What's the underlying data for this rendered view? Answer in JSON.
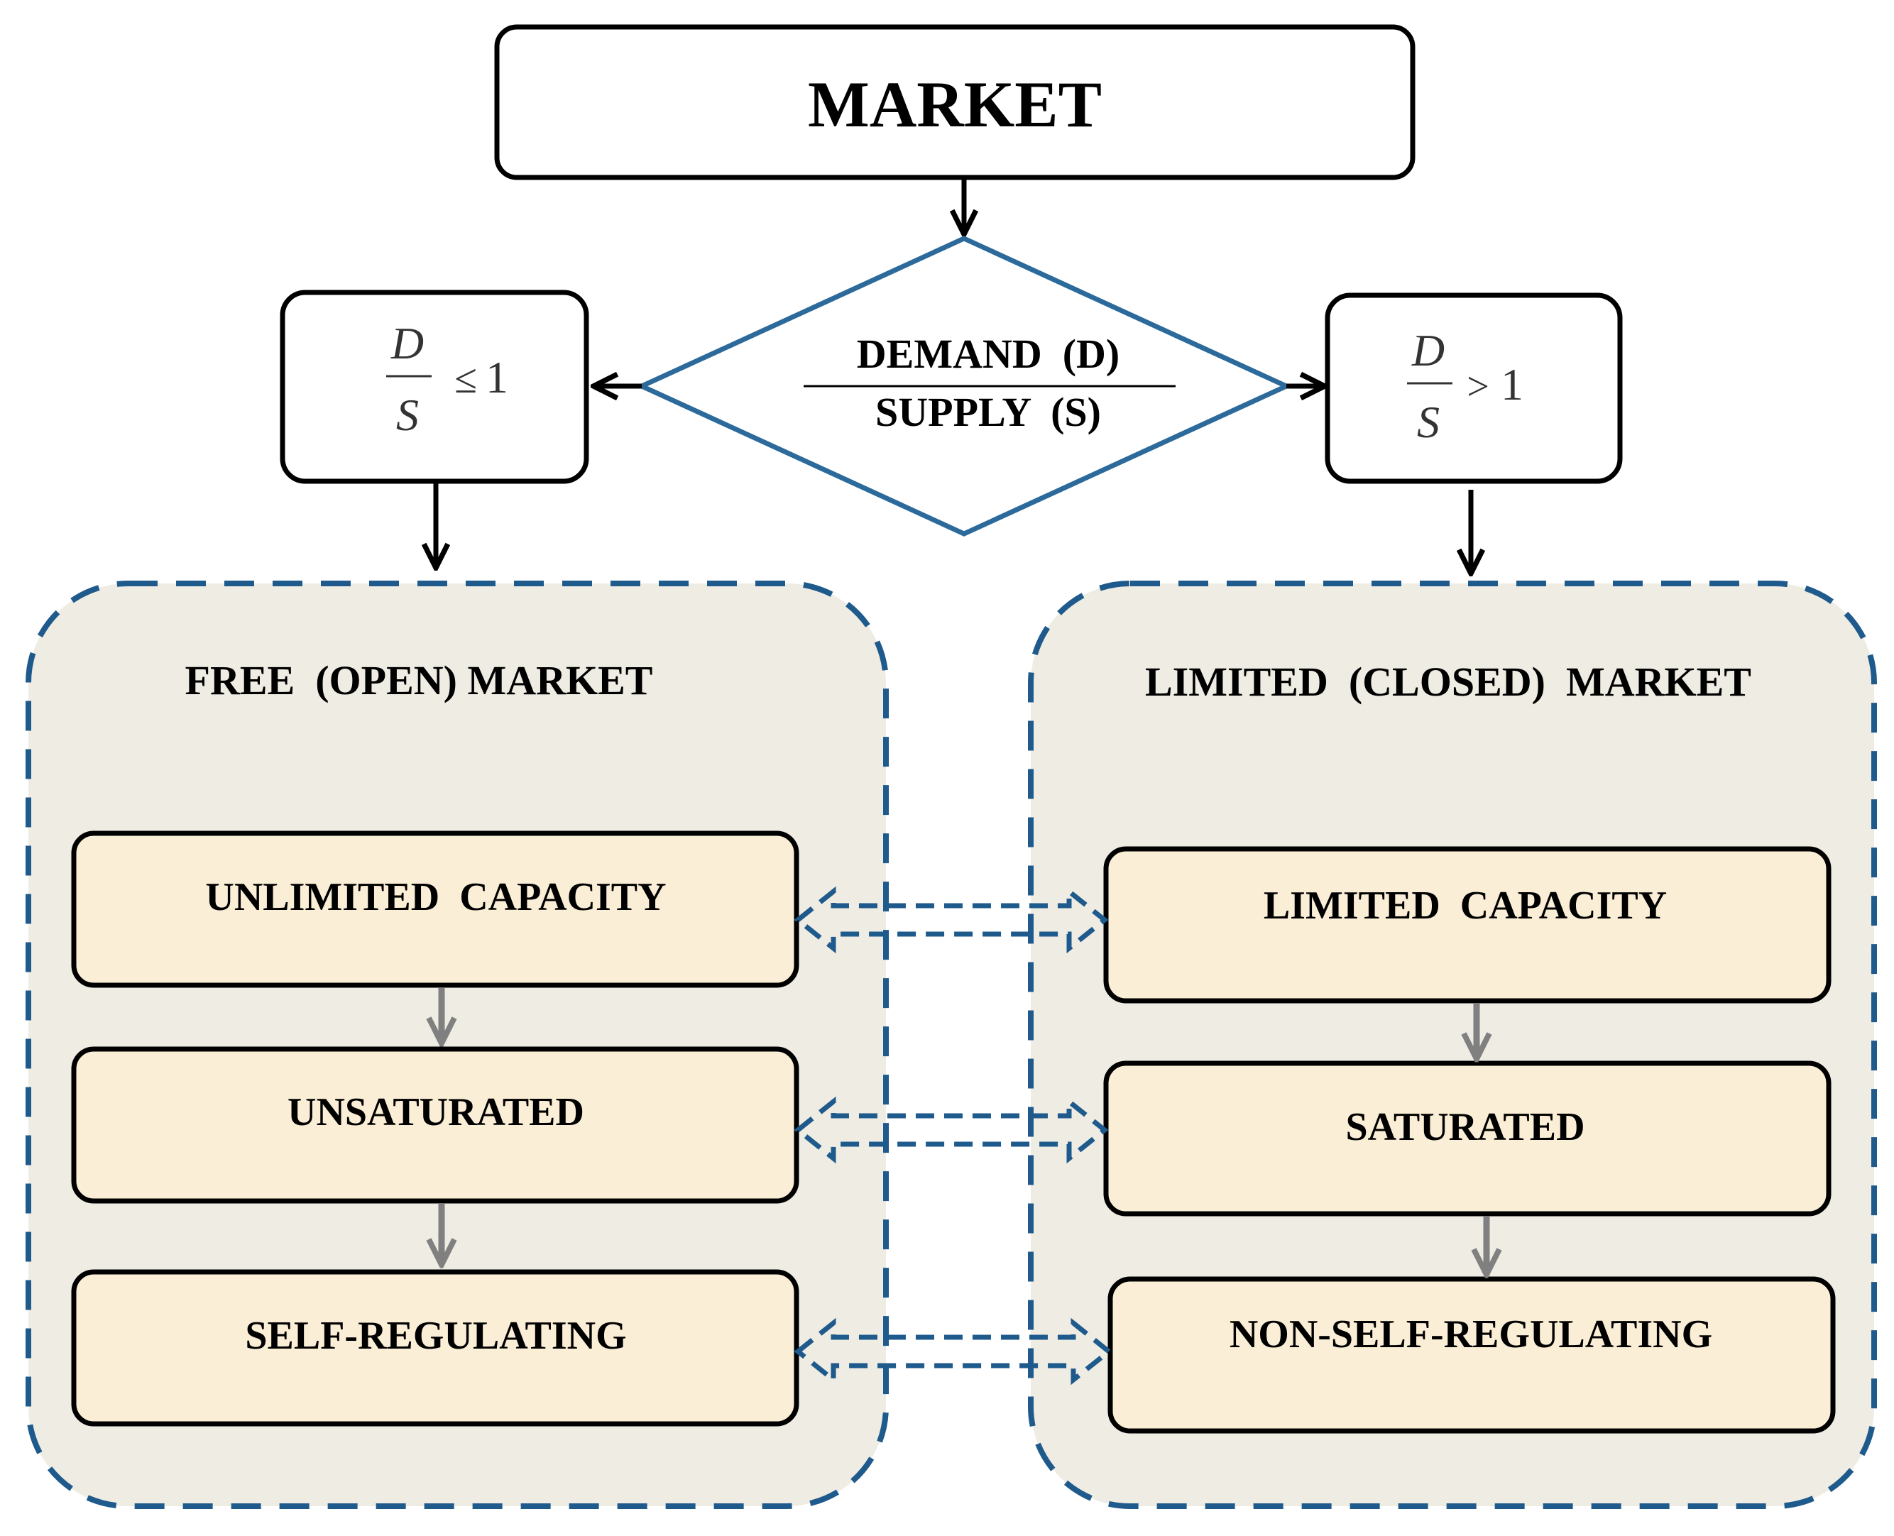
{
  "top_node": {
    "label": "MARKET"
  },
  "decision": {
    "numerator": "DEMAND  (D)",
    "denominator": "SUPPLY  (S)"
  },
  "left_condition": {
    "num": "D",
    "den": "S",
    "relation": "≤",
    "value": "1"
  },
  "right_condition": {
    "num": "D",
    "den": "S",
    "relation": ">",
    "value": "1"
  },
  "left_group": {
    "title": "FREE  (OPEN) MARKET",
    "items": [
      "UNLIMITED  CAPACITY",
      "UNSATURATED",
      "SELF-REGULATING"
    ]
  },
  "right_group": {
    "title": "LIMITED  (CLOSED)  MARKET",
    "items": [
      "LIMITED  CAPACITY",
      "SATURATED",
      "NON-SELF-REGULATING"
    ]
  },
  "colors": {
    "diamond_stroke": "#2b6a9b",
    "dash_stroke": "#1f5a8c",
    "group_fill": "#efece3",
    "item_fill": "#fbeed6",
    "down_arrow_gray": "#808080",
    "outline": "#000000"
  }
}
